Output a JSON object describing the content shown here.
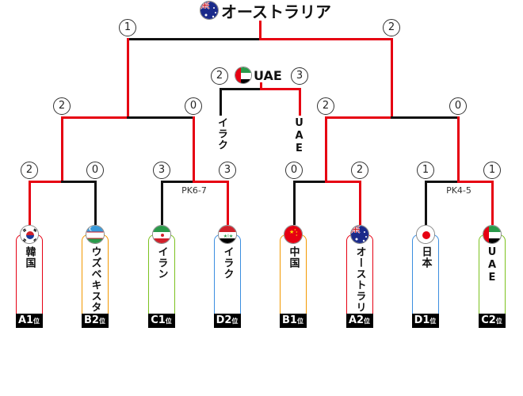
{
  "champion": {
    "name": "オーストラリア",
    "flag": "australia-flag"
  },
  "final": {
    "left_score": "1",
    "right_score": "2"
  },
  "third_place": {
    "winner": "UAE",
    "flag": "uae-flag",
    "left_score": "2",
    "right_score": "3",
    "left_team": "イラク",
    "right_team": "UAE"
  },
  "semifinals": [
    {
      "left_score": "2",
      "right_score": "0"
    },
    {
      "left_score": "2",
      "right_score": "0"
    }
  ],
  "quarterfinals": [
    {
      "left_score": "2",
      "right_score": "0",
      "pk": ""
    },
    {
      "left_score": "3",
      "right_score": "3",
      "pk": "PK6-7"
    },
    {
      "left_score": "0",
      "right_score": "2",
      "pk": ""
    },
    {
      "left_score": "1",
      "right_score": "1",
      "pk": "PK4-5"
    }
  ],
  "teams": [
    {
      "name": "韓国",
      "seed": "A1",
      "seed_suffix": "位",
      "flag": "korea-flag",
      "border": "#e60012"
    },
    {
      "name": "ウズベキスタン",
      "seed": "B2",
      "seed_suffix": "位",
      "flag": "uzbekistan-flag",
      "border": "#f39800"
    },
    {
      "name": "イラン",
      "seed": "C1",
      "seed_suffix": "位",
      "flag": "iran-flag",
      "border": "#7cc21f"
    },
    {
      "name": "イラク",
      "seed": "D2",
      "seed_suffix": "位",
      "flag": "iraq-flag",
      "border": "#3b8ee0"
    },
    {
      "name": "中国",
      "seed": "B1",
      "seed_suffix": "位",
      "flag": "china-flag",
      "border": "#f39800"
    },
    {
      "name": "オーストラリア",
      "seed": "A2",
      "seed_suffix": "位",
      "flag": "australia-flag",
      "border": "#e60012"
    },
    {
      "name": "日本",
      "seed": "D1",
      "seed_suffix": "位",
      "flag": "japan-flag",
      "border": "#3b8ee0"
    },
    {
      "name": "UAE",
      "seed": "C2",
      "seed_suffix": "位",
      "flag": "uae-flag",
      "border": "#7cc21f"
    }
  ],
  "colors": {
    "winner_line": "#e60012",
    "loser_line": "#111111"
  }
}
